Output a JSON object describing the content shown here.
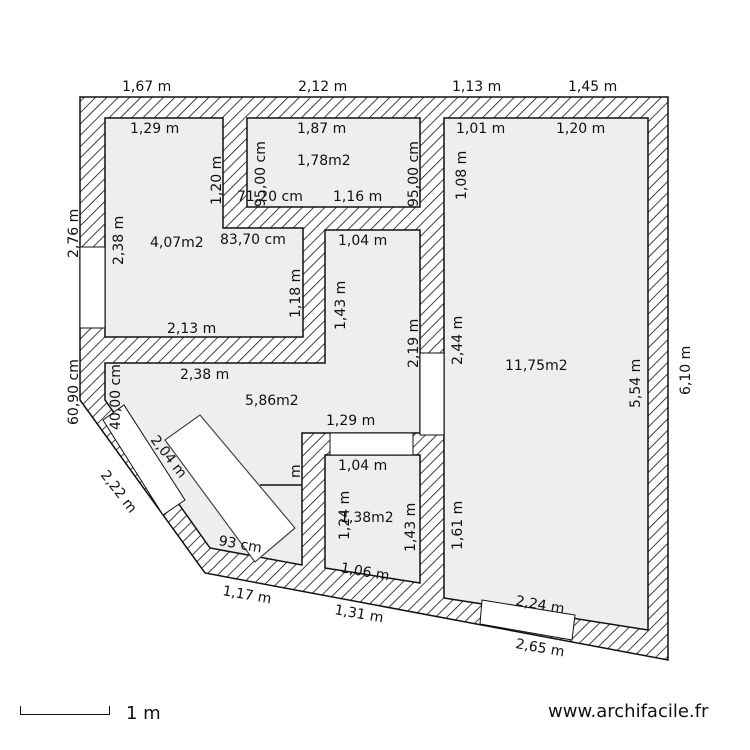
{
  "plan": {
    "rooms": [
      {
        "area": "4,07m2"
      },
      {
        "area": "1,78m2"
      },
      {
        "area": "11,75m2"
      },
      {
        "area": "5,86m2"
      },
      {
        "area": "1,38m2"
      }
    ],
    "dims": [
      "1,67 m",
      "2,12 m",
      "1,13 m",
      "1,45 m",
      "1,29 m",
      "1,87 m",
      "1,01 m",
      "1,20 m",
      "1,20 m",
      "95,00 cm",
      "95,00 cm",
      "1,08 m",
      "2,76 m",
      "2,38 m",
      "71,20 cm",
      "1,16 m",
      "83,70 cm",
      "1,04 m",
      "1,18 m",
      "1,43 m",
      "2,13 m",
      "2,19 m",
      "2,44 m",
      "5,54 m",
      "6,10 m",
      "60,90 cm",
      "40,00 cm",
      "2,38 m",
      "1,29 m",
      "2,22 m",
      "2,04 m",
      "1,04 m",
      "1,24 m",
      "1,43 m",
      "1,61 m",
      "1,06 m",
      "2,24 m",
      "1,17 m",
      "1,31 m",
      "2,65 m",
      "m",
      "93 cm"
    ]
  },
  "footer": {
    "scale_label": "1 m",
    "site": "www.archifacile.fr"
  }
}
